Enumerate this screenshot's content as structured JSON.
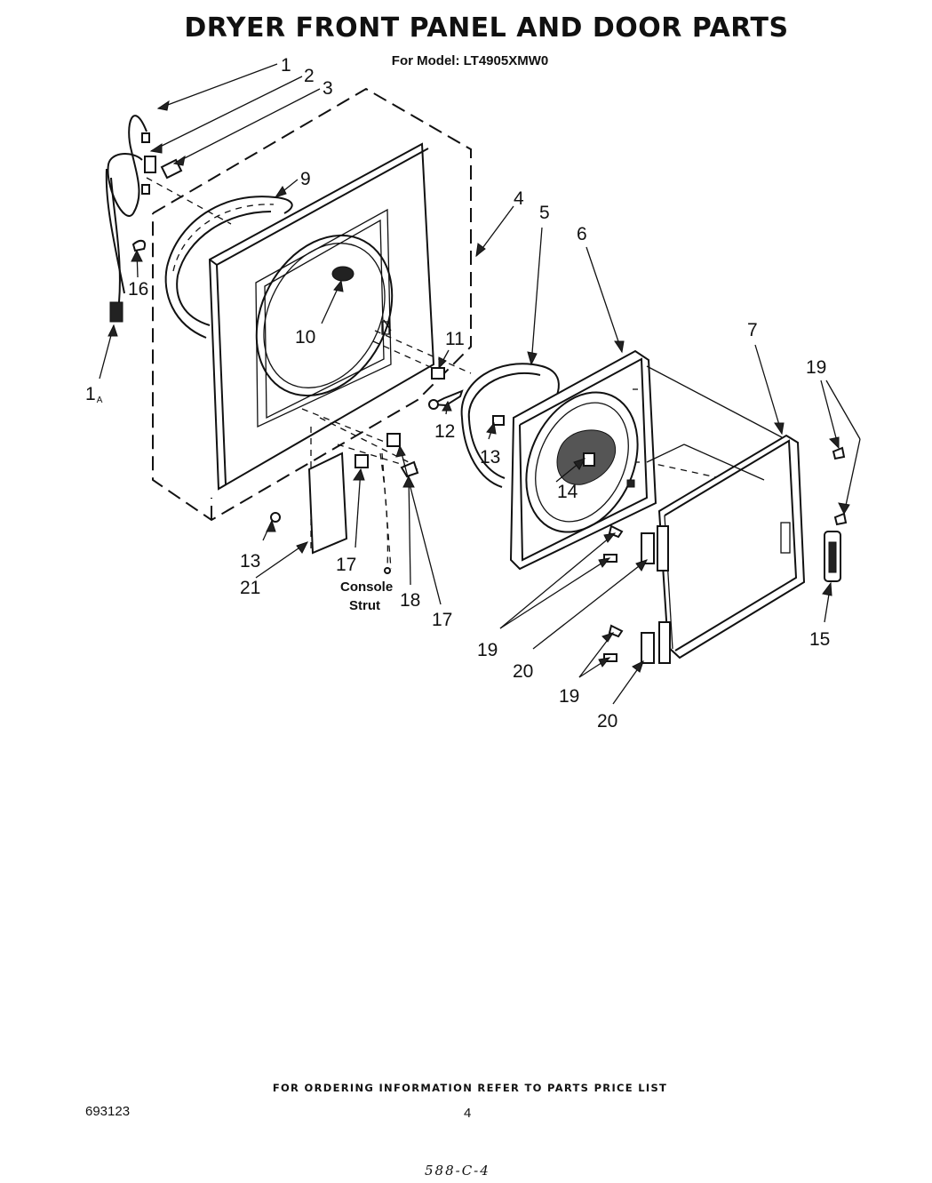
{
  "header": {
    "title": "DRYER FRONT PANEL AND DOOR PARTS",
    "model_line": "For Model: LT4905XMW0"
  },
  "callouts": [
    {
      "id": "c1",
      "text": "1"
    },
    {
      "id": "c2",
      "text": "2"
    },
    {
      "id": "c3",
      "text": "3"
    },
    {
      "id": "c4",
      "text": "4"
    },
    {
      "id": "c5",
      "text": "5"
    },
    {
      "id": "c6",
      "text": "6"
    },
    {
      "id": "c7",
      "text": "7"
    },
    {
      "id": "c9",
      "text": "9"
    },
    {
      "id": "c10",
      "text": "10"
    },
    {
      "id": "c11",
      "text": "11"
    },
    {
      "id": "c12",
      "text": "12"
    },
    {
      "id": "c13a",
      "text": "13"
    },
    {
      "id": "c13b",
      "text": "13"
    },
    {
      "id": "c14",
      "text": "14"
    },
    {
      "id": "c15",
      "text": "15"
    },
    {
      "id": "c16",
      "text": "16"
    },
    {
      "id": "c17a",
      "text": "17"
    },
    {
      "id": "c17b",
      "text": "17"
    },
    {
      "id": "c18",
      "text": "18"
    },
    {
      "id": "c19a",
      "text": "19"
    },
    {
      "id": "c19b",
      "text": "19"
    },
    {
      "id": "c19c",
      "text": "19"
    },
    {
      "id": "c20a",
      "text": "20"
    },
    {
      "id": "c20b",
      "text": "20"
    },
    {
      "id": "c21",
      "text": "21"
    },
    {
      "id": "c1a",
      "text": "1",
      "sub": "A"
    }
  ],
  "labels": {
    "console": "Console",
    "strut": "Strut"
  },
  "footer": {
    "ordering_note": "FOR ORDERING INFORMATION REFER TO PARTS PRICE LIST",
    "doc_number": "693123",
    "page_number": "4",
    "handwritten": "588-C-4"
  }
}
